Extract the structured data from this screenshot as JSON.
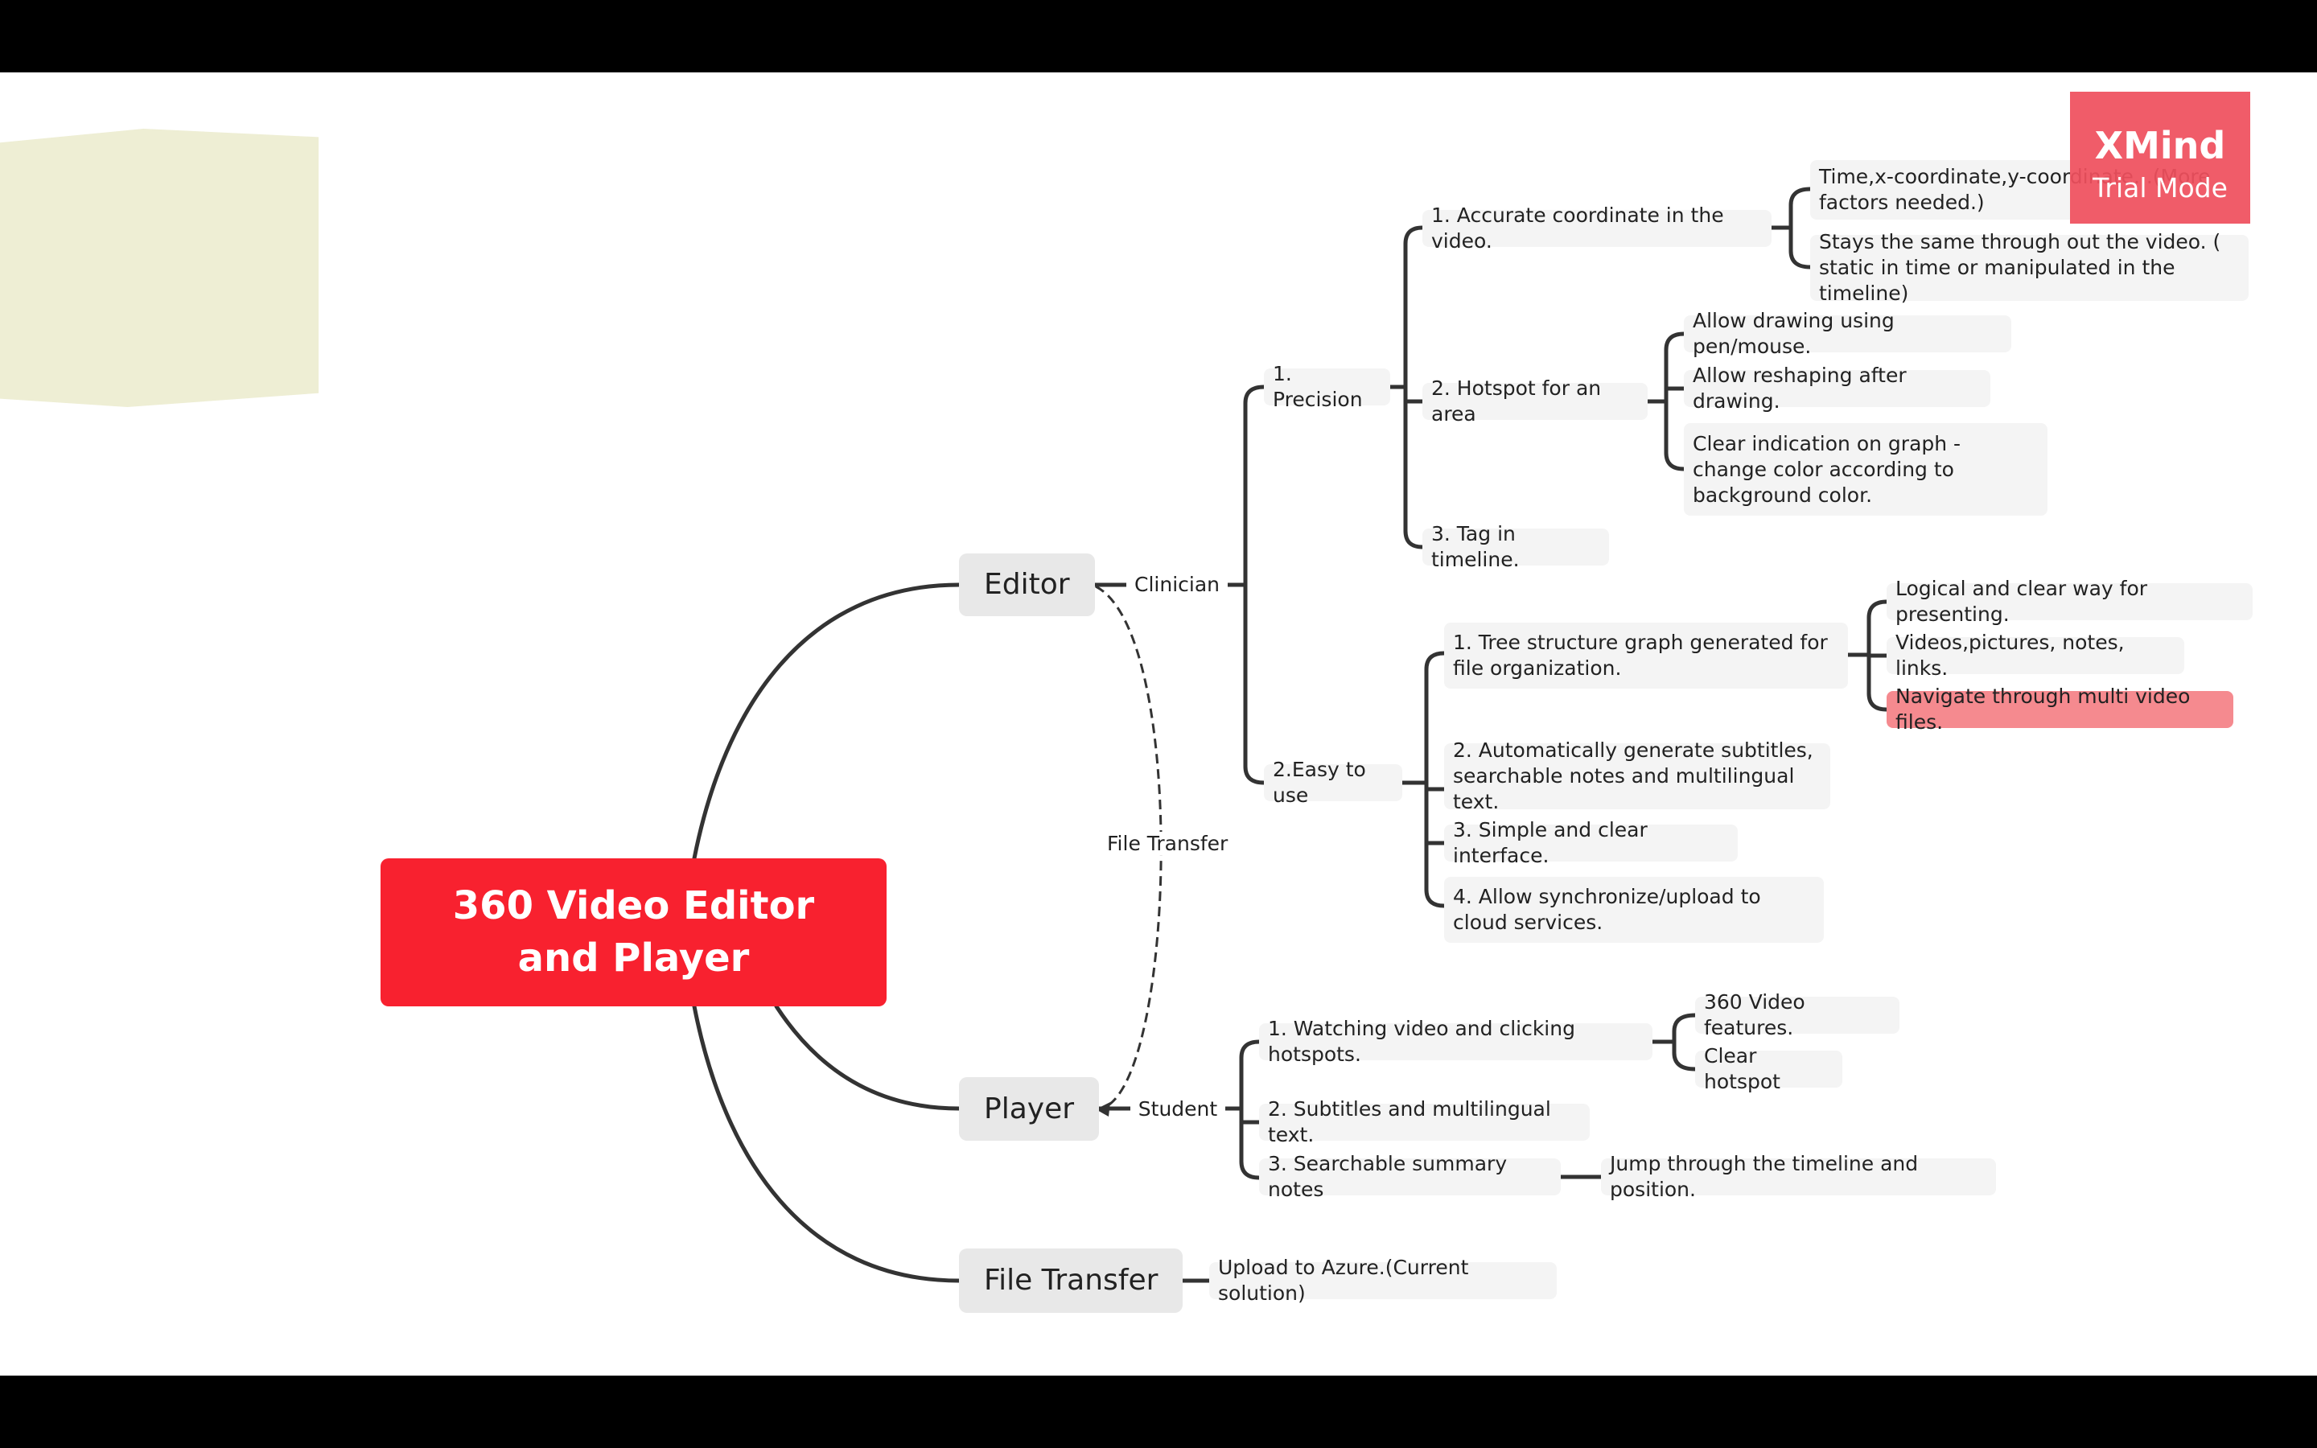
{
  "colors": {
    "central_fill": "#f8212f",
    "main_topic_fill": "#e8e8e8",
    "subtopic_fill": "#f4f4f4",
    "highlight_fill": "#f58a8f",
    "connector": "#333333",
    "watermark_fill": "#ef505e",
    "sticky_note": "#eeeed4"
  },
  "central_topic": "360 Video Editor and Player",
  "editor": {
    "label": "Editor",
    "role": "Clinician",
    "precision": {
      "label": "1. Precision",
      "accurate": {
        "label": "1. Accurate coordinate in the video.",
        "children": [
          "Time,x-coordinate,y-coordinate...(More factors needed.)",
          "Stays the same through out the video. ( static in time or manipulated in the timeline)"
        ]
      },
      "hotspot": {
        "label": "2. Hotspot for an area",
        "children": [
          "Allow drawing using pen/mouse.",
          "Allow reshaping after drawing.",
          "Clear indication on graph - change color according to background color."
        ]
      },
      "tag": "3. Tag in timeline."
    },
    "easy": {
      "label": "2.Easy to use",
      "tree": {
        "label": "1. Tree structure graph generated for file organization.",
        "children": [
          "Logical and clear way for presenting.",
          "Videos,pictures, notes, links.",
          "Navigate through multi video files."
        ]
      },
      "subtitles": "2. Automatically generate subtitles, searchable notes and multilingual text.",
      "simple": "3. Simple and clear interface.",
      "sync": "4. Allow synchronize/upload to cloud services."
    }
  },
  "player": {
    "label": "Player",
    "role": "Student",
    "watching": {
      "label": "1. Watching video and clicking hotspots.",
      "children": [
        "360 Video features.",
        "Clear hotspot"
      ]
    },
    "subtitles": "2. Subtitles and multilingual text.",
    "notes": {
      "label": "3. Searchable summary notes",
      "child": "Jump through the timeline and position."
    }
  },
  "file_transfer": {
    "label": "File Transfer",
    "child": "Upload to Azure.(Current solution)"
  },
  "relationship_label": "File Transfer",
  "watermark": {
    "line1": "XMind",
    "line2": "Trial Mode"
  }
}
